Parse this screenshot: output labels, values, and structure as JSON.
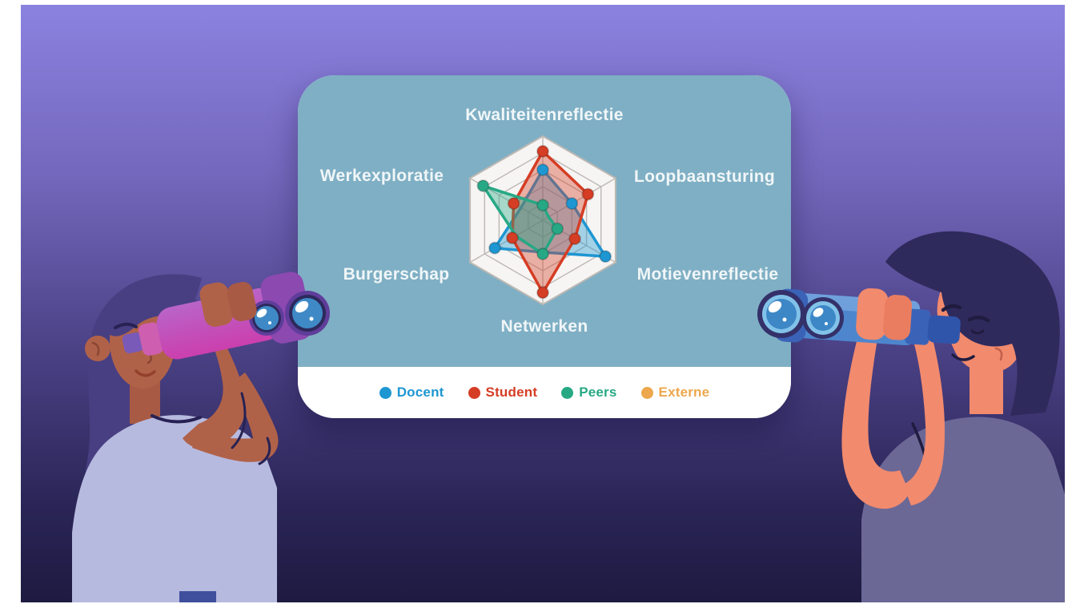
{
  "scene": {
    "frame_color": "#ffffff",
    "gradient_top": "#8b82e0",
    "gradient_bottom": "#1e1a40",
    "card_bg": "#7fafc4",
    "card_panel_bg": "#ffffff",
    "axis_label_color": "#f0f6f8"
  },
  "chart_data": {
    "type": "radar",
    "title": "",
    "axes": [
      "Kwaliteitenreflectie",
      "Loopbaansturing",
      "Motievenreflectie",
      "Netwerken",
      "Burgerschap",
      "Werkexploratie"
    ],
    "max": 5,
    "rings": 5,
    "grid": true,
    "grid_color": "#bdb8b4",
    "grid_fill": "#f6f5f3",
    "legend_position": "bottom",
    "series": [
      {
        "name": "Docent",
        "color": "#1e96d2",
        "values": [
          3,
          2,
          4.3,
          1.9,
          3.3,
          1.5
        ],
        "dots": [
          true,
          true,
          true,
          false,
          true,
          false
        ]
      },
      {
        "name": "Student",
        "color": "#d53d24",
        "values": [
          4.1,
          3.1,
          2.2,
          4.3,
          2.1,
          2
        ],
        "dots": [
          true,
          true,
          true,
          true,
          true,
          true
        ]
      },
      {
        "name": "Peers",
        "color": "#27a885",
        "values": [
          0.9,
          0.4,
          1,
          2,
          1.85,
          4.1
        ],
        "dots": [
          true,
          false,
          true,
          true,
          false,
          true
        ]
      },
      {
        "name": "Externe",
        "color": "#eda74c",
        "values": [],
        "dots": []
      }
    ]
  },
  "illustrations": {
    "left_person": "woman-with-pink-binoculars",
    "right_person": "man-with-blue-binoculars"
  }
}
